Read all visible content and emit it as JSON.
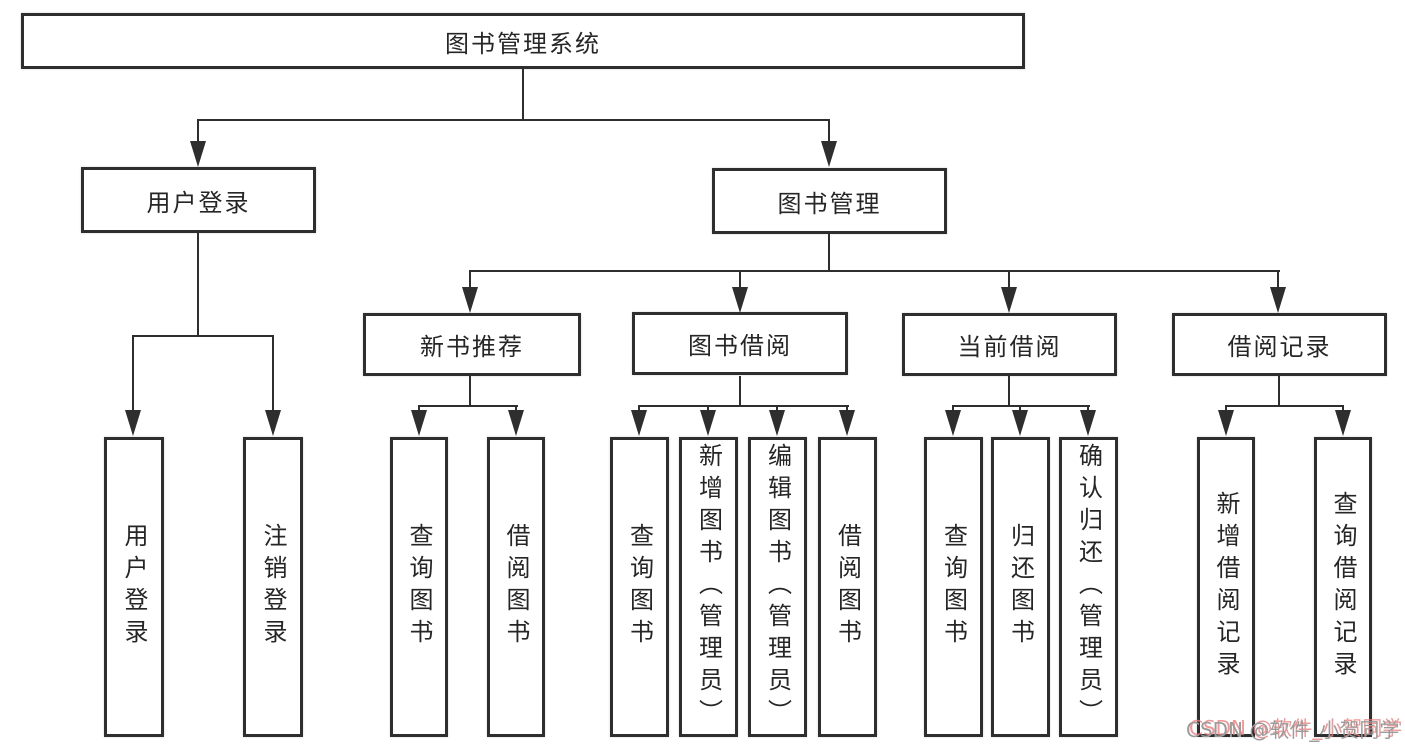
{
  "diagram": {
    "nodes": {
      "root": "图书管理系统",
      "user_login": "用户登录",
      "book_mgmt": "图书管理",
      "new_book_rec": "新书推荐",
      "book_borrow": "图书借阅",
      "current_borrow": "当前借阅",
      "borrow_records": "借阅记录",
      "leaf_user_login": "用户登录",
      "leaf_logout": "注销登录",
      "leaf_nbr_query_books": "查询图书",
      "leaf_nbr_borrow_books": "借阅图书",
      "leaf_bb_query_books": "查询图书",
      "leaf_bb_add_books": "新增图书（管理员）",
      "leaf_bb_edit_books": "编辑图书（管理员）",
      "leaf_bb_borrow_books": "借阅图书",
      "leaf_cb_query_books": "查询图书",
      "leaf_cb_return_books": "归还图书",
      "leaf_cb_confirm_return": "确认归还（管理员）",
      "leaf_br_add_record": "新增借阅记录",
      "leaf_br_query_record": "查询借阅记录"
    }
  },
  "watermark": {
    "text": "CSDN @软件_小贺同学"
  },
  "colors": {
    "line": "#2e2e2e",
    "text": "#262626",
    "watermark_gray": "#9b9b9b",
    "watermark_red": "#ec8080",
    "background": "#ffffff"
  }
}
